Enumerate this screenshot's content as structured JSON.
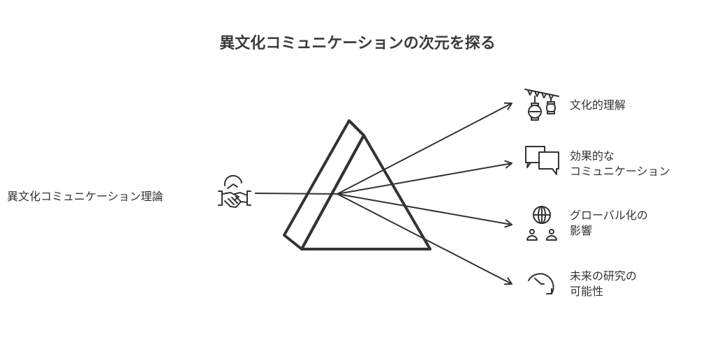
{
  "title": "異文化コミュニケーションの次元を探る",
  "source": {
    "label": "異文化コミュニケーション理論",
    "icon": "handshake-icon"
  },
  "outputs": [
    {
      "lines": [
        "文化的理解"
      ],
      "icon": "lanterns-icon"
    },
    {
      "lines": [
        "効果的な",
        "コミュニケーション"
      ],
      "icon": "chat-bubbles-icon"
    },
    {
      "lines": [
        "グローバル化の",
        "影響"
      ],
      "icon": "globe-people-icon"
    },
    {
      "lines": [
        "未来の研究の",
        "可能性"
      ],
      "icon": "clock-arrow-icon"
    }
  ],
  "colors": {
    "stroke": "#333333",
    "text": "#333333"
  }
}
